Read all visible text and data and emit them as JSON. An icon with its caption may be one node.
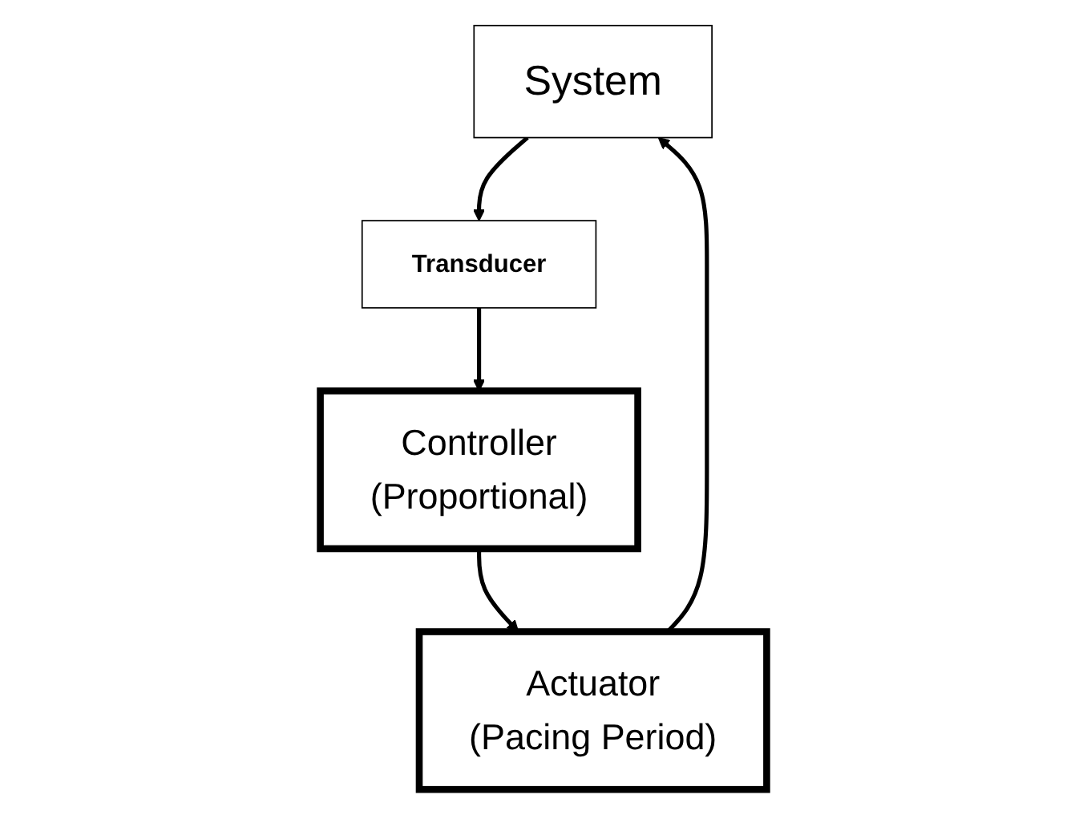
{
  "diagram": {
    "nodes": [
      {
        "text": [
          "System"
        ]
      },
      {
        "text": [
          "Actuator",
          "(Pacing Period)"
        ]
      },
      {
        "text": [
          "Transducer"
        ]
      },
      {
        "text": [
          "Controller",
          "(Proportional)"
        ]
      }
    ],
    "edges": [
      {
        "from": 1,
        "to": 0,
        "arrow": "to"
      },
      {
        "from": 0,
        "to": 2,
        "arrow": "to"
      },
      {
        "from": 2,
        "to": 3,
        "arrow": "to"
      },
      {
        "from": 3,
        "to": 1,
        "arrow": "to"
      }
    ]
  }
}
